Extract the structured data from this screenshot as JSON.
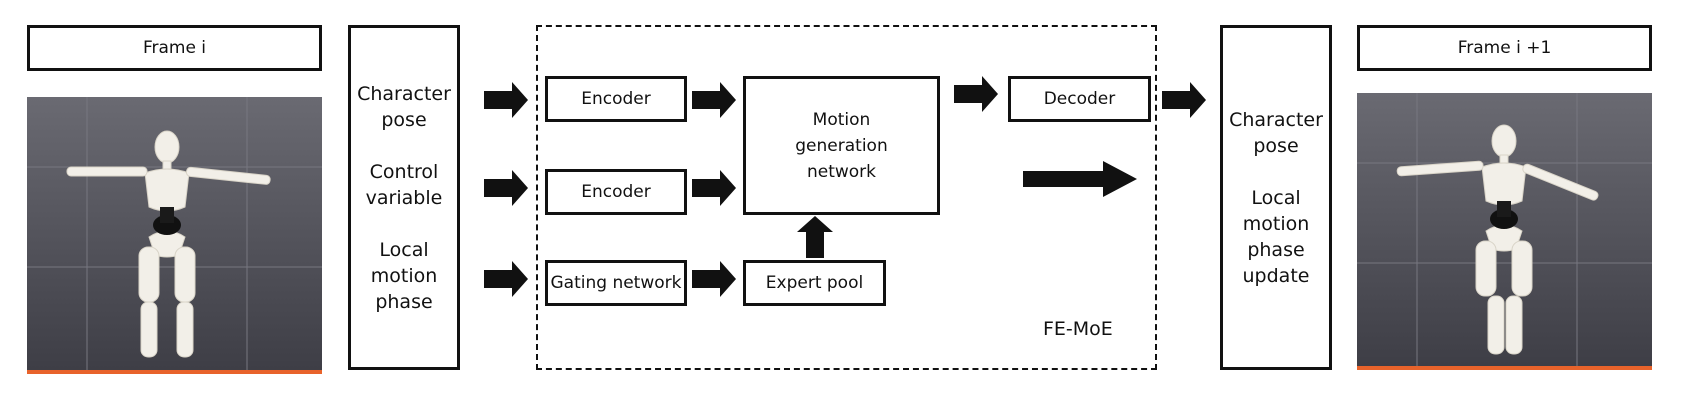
{
  "left": {
    "frame_title": "Frame i",
    "inputs_lines": [
      "Character",
      "pose",
      "",
      "Control",
      "variable",
      "",
      "Local",
      "motion",
      "phase"
    ]
  },
  "moe": {
    "label": "FE-MoE",
    "encoder1": "Encoder",
    "encoder2": "Encoder",
    "gating": "Gating network",
    "motion_gen": "Motion generation network",
    "expert_pool": "Expert pool",
    "decoder": "Decoder"
  },
  "right": {
    "frame_title": "Frame i +1",
    "outputs_lines": [
      "Character",
      "pose",
      "",
      "Local",
      "motion",
      "phase",
      "update"
    ]
  },
  "colors": {
    "line": "#111111",
    "photo_bg": "#5a5a62",
    "floor": "#e8632b"
  }
}
